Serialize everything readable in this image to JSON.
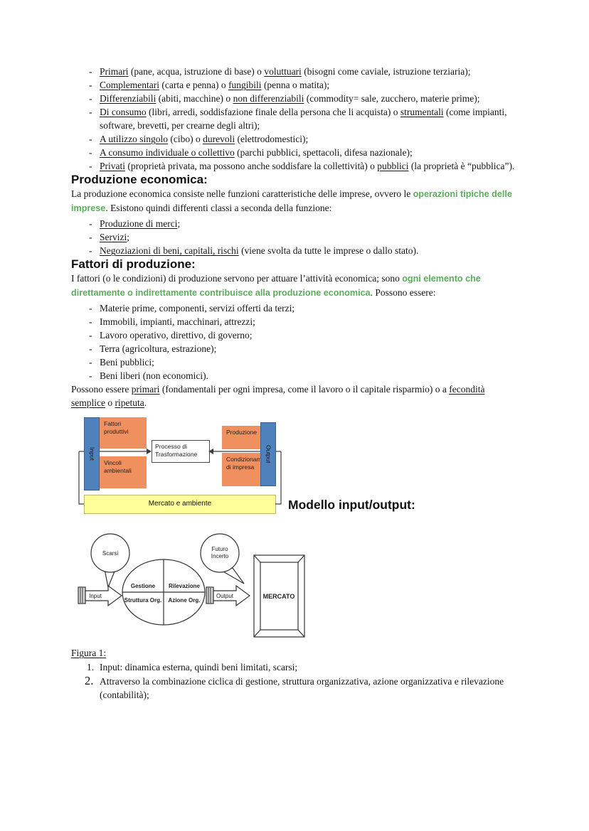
{
  "colors": {
    "green_highlight": "#5bad5c",
    "orange_box": "#f1905f",
    "blue_bar": "#4f81bd",
    "yellow_bar": "#ffff99"
  },
  "goods_list": [
    [
      {
        "t": "Primari",
        "u": true
      },
      {
        "t": " (pane, acqua, istruzione di base) o "
      },
      {
        "t": "voluttuari",
        "u": true
      },
      {
        "t": " (bisogni come caviale, istruzione terziaria);"
      }
    ],
    [
      {
        "t": "Complementari",
        "u": true
      },
      {
        "t": " (carta e penna) o "
      },
      {
        "t": "fungibili",
        "u": true
      },
      {
        "t": " (penna o matita);"
      }
    ],
    [
      {
        "t": "Differenziabili",
        "u": true
      },
      {
        "t": " (abiti, macchine) o "
      },
      {
        "t": "non differenziabili",
        "u": true
      },
      {
        "t": " (commodity= sale, zucchero, materie prime);"
      }
    ],
    [
      {
        "t": "Di consumo",
        "u": true
      },
      {
        "t": " (libri, arredi, soddisfazione finale della persona che li acquista) o "
      },
      {
        "t": "strumentali",
        "u": true
      },
      {
        "t": " (come impianti, software, brevetti, per crearne degli altri);"
      }
    ],
    [
      {
        "t": "A utilizzo singolo",
        "u": true
      },
      {
        "t": " (cibo) o "
      },
      {
        "t": "durevoli",
        "u": true
      },
      {
        "t": " (elettrodomestici);"
      }
    ],
    [
      {
        "t": "A consumo individuale o collettivo",
        "u": true
      },
      {
        "t": " (parchi pubblici, spettacoli, difesa nazionale);"
      }
    ],
    [
      {
        "t": "Privati",
        "u": true
      },
      {
        "t": " (proprietà privata, ma possono anche soddisfare la collettività) o "
      },
      {
        "t": "pubblici",
        "u": true
      },
      {
        "t": " (la proprietà è “pubblica”)."
      }
    ]
  ],
  "sections": {
    "produzione": {
      "heading": "Produzione economica:",
      "para": [
        {
          "t": "La produzione economica consiste nelle funzioni caratteristiche delle imprese, ovvero le "
        },
        {
          "t": "operazioni tipiche delle imprese",
          "g": true
        },
        {
          "t": ". Esistono quindi differenti classi a seconda della funzione:"
        }
      ],
      "items": [
        [
          {
            "t": "Produzione di merci",
            "u": true
          },
          {
            "t": ";"
          }
        ],
        [
          {
            "t": "Servizi",
            "u": true
          },
          {
            "t": ";"
          }
        ],
        [
          {
            "t": "Negoziazioni di beni, capitali, rischi",
            "u": true
          },
          {
            "t": " (viene svolta da tutte le imprese o dallo stato)."
          }
        ]
      ]
    },
    "fattori": {
      "heading": "Fattori di produzione:",
      "para": [
        {
          "t": "I fattori (o le condizioni) di produzione servono per attuare l’attività economica; sono "
        },
        {
          "t": "ogni elemento che direttamente o indirettamente contribuisce alla produzione economica",
          "g": true
        },
        {
          "t": ". Possono essere:"
        }
      ],
      "items": [
        [
          {
            "t": "Materie prime, componenti, servizi offerti da terzi;"
          }
        ],
        [
          {
            "t": "Immobili, impianti, macchinari, attrezzi;"
          }
        ],
        [
          {
            "t": "Lavoro operativo, direttivo, di governo;"
          }
        ],
        [
          {
            "t": "Terra (agricoltura, estrazione);"
          }
        ],
        [
          {
            "t": "Beni pubblici;"
          }
        ],
        [
          {
            "t": "Beni liberi (non economici)."
          }
        ]
      ],
      "para2": [
        {
          "t": "Possono essere "
        },
        {
          "t": "primari",
          "u": true
        },
        {
          "t": " (fondamentali per ogni impresa, come il lavoro o il capitale risparmio) o a "
        },
        {
          "t": "fecondità semplice",
          "u": true
        },
        {
          "t": " o "
        },
        {
          "t": "ripetuta",
          "u": true
        },
        {
          "t": "."
        }
      ]
    },
    "modello": {
      "heading": "Modello input/output:"
    }
  },
  "diagram1": {
    "input_bar": "Input",
    "output_bar": "Output",
    "fattori_box": "Fattori produttivi",
    "vincoli_box": "Vincoli ambientali",
    "processo_box": "Processo di Trasformazione",
    "produzione_box": "Produzione",
    "condizionamenti_box": "Condizionam. di impresa",
    "mercato_bar": "Mercato e ambiente"
  },
  "diagram2": {
    "bubble_left": "Scarsi",
    "bubble_right_line1": "Futuro",
    "bubble_right_line2": "Incerto",
    "input_arrow": "Input",
    "output_arrow": "Output",
    "quadrant_top_left": "Gestione",
    "quadrant_top_right": "Rilevazione",
    "quadrant_bottom_left": "Struttura Org.",
    "quadrant_bottom_right": "Azione Org.",
    "market_frame": "MERCATO"
  },
  "figure": {
    "caption": "Figura 1:",
    "items": [
      {
        "num": "1.",
        "big": false,
        "segments": [
          {
            "t": "Input: dinamica esterna, quindi beni limitati, scarsi;"
          }
        ]
      },
      {
        "num": "2.",
        "big": true,
        "segments": [
          {
            "t": "Attraverso la combinazione ciclica di gestione, struttura organizzativa, azione organizzativa e rilevazione (contabilità);"
          }
        ]
      }
    ]
  }
}
